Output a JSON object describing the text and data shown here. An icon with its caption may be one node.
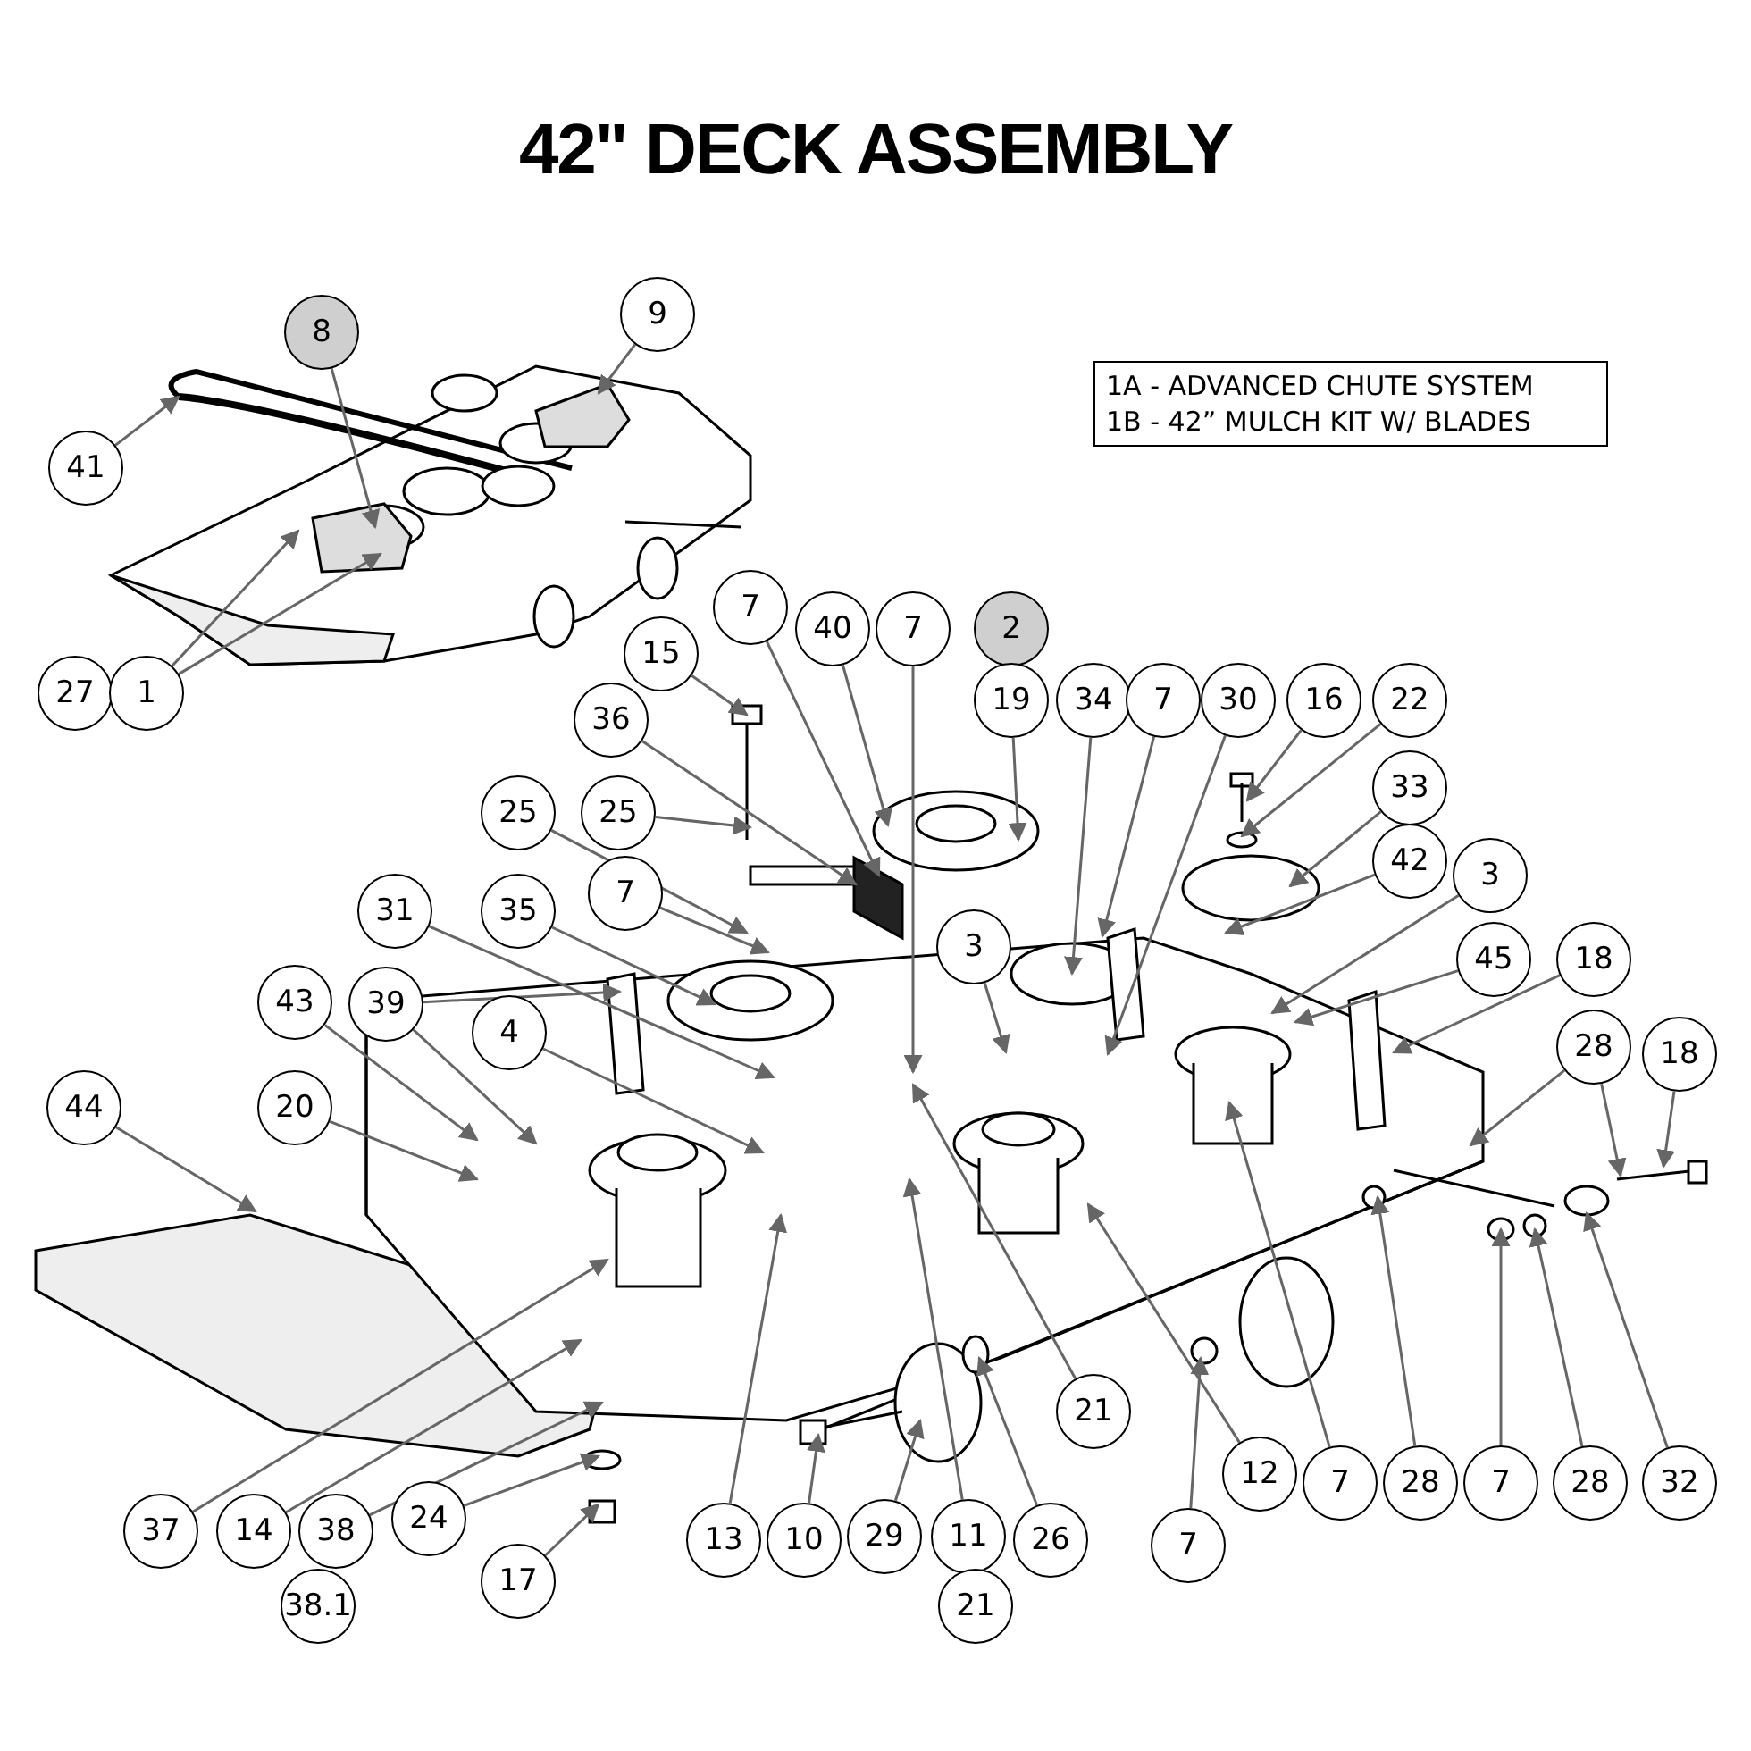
{
  "diagram": {
    "title": "42\" DECK ASSEMBLY",
    "nodes": [
      {
        "text": [
          "1A - ADVANCED CHUTE SYSTEM",
          "1B - 42” MULCH KIT W/ BLADES"
        ]
      },
      {
        "text": [
          "8"
        ]
      },
      {
        "text": [
          "9"
        ]
      },
      {
        "text": [
          "41"
        ]
      },
      {
        "text": [
          "27"
        ]
      },
      {
        "text": [
          "1"
        ]
      },
      {
        "text": [
          "7"
        ]
      },
      {
        "text": [
          "40"
        ]
      },
      {
        "text": [
          "7"
        ]
      },
      {
        "text": [
          "2"
        ]
      },
      {
        "text": [
          "15"
        ]
      },
      {
        "text": [
          "19"
        ]
      },
      {
        "text": [
          "34"
        ]
      },
      {
        "text": [
          "7"
        ]
      },
      {
        "text": [
          "30"
        ]
      },
      {
        "text": [
          "16"
        ]
      },
      {
        "text": [
          "22"
        ]
      },
      {
        "text": [
          "36"
        ]
      },
      {
        "text": [
          "33"
        ]
      },
      {
        "text": [
          "25"
        ]
      },
      {
        "text": [
          "25"
        ]
      },
      {
        "text": [
          "42"
        ]
      },
      {
        "text": [
          "3"
        ]
      },
      {
        "text": [
          "31"
        ]
      },
      {
        "text": [
          "35"
        ]
      },
      {
        "text": [
          "7"
        ]
      },
      {
        "text": [
          "3"
        ]
      },
      {
        "text": [
          "45"
        ]
      },
      {
        "text": [
          "18"
        ]
      },
      {
        "text": [
          "43"
        ]
      },
      {
        "text": [
          "39"
        ]
      },
      {
        "text": [
          "4"
        ]
      },
      {
        "text": [
          "28"
        ]
      },
      {
        "text": [
          "18"
        ]
      },
      {
        "text": [
          "44"
        ]
      },
      {
        "text": [
          "20"
        ]
      },
      {
        "text": [
          "21"
        ]
      },
      {
        "text": [
          "12"
        ]
      },
      {
        "text": [
          "7"
        ]
      },
      {
        "text": [
          "28"
        ]
      },
      {
        "text": [
          "7"
        ]
      },
      {
        "text": [
          "28"
        ]
      },
      {
        "text": [
          "32"
        ]
      },
      {
        "text": [
          "37"
        ]
      },
      {
        "text": [
          "14"
        ]
      },
      {
        "text": [
          "38"
        ]
      },
      {
        "text": [
          "24"
        ]
      },
      {
        "text": [
          "17"
        ]
      },
      {
        "text": [
          "13"
        ]
      },
      {
        "text": [
          "10"
        ]
      },
      {
        "text": [
          "29"
        ]
      },
      {
        "text": [
          "11"
        ]
      },
      {
        "text": [
          "26"
        ]
      },
      {
        "text": [
          "7"
        ]
      },
      {
        "text": [
          "38.1"
        ]
      },
      {
        "text": [
          "21"
        ]
      }
    ],
    "edges": [
      {
        "from": 1,
        "to": null,
        "arrow": "to"
      },
      {
        "from": 2,
        "to": null,
        "arrow": "to"
      },
      {
        "from": 3,
        "to": null,
        "arrow": "to"
      },
      {
        "from": 5,
        "to": null,
        "arrow": "to"
      },
      {
        "from": 5,
        "to": null,
        "arrow": "to"
      },
      {
        "from": 6,
        "to": null,
        "arrow": "to"
      },
      {
        "from": 7,
        "to": null,
        "arrow": "to"
      },
      {
        "from": 8,
        "to": null,
        "arrow": "to"
      },
      {
        "from": 10,
        "to": null,
        "arrow": "to"
      },
      {
        "from": 11,
        "to": null,
        "arrow": "to"
      },
      {
        "from": 12,
        "to": null,
        "arrow": "to"
      },
      {
        "from": 13,
        "to": null,
        "arrow": "to"
      },
      {
        "from": 14,
        "to": null,
        "arrow": "to"
      },
      {
        "from": 15,
        "to": null,
        "arrow": "to"
      },
      {
        "from": 16,
        "to": null,
        "arrow": "to"
      },
      {
        "from": 17,
        "to": null,
        "arrow": "to"
      },
      {
        "from": 18,
        "to": null,
        "arrow": "to"
      },
      {
        "from": 19,
        "to": null,
        "arrow": "to"
      },
      {
        "from": 20,
        "to": null,
        "arrow": "to"
      },
      {
        "from": 21,
        "to": null,
        "arrow": "to"
      },
      {
        "from": 22,
        "to": null,
        "arrow": "to"
      },
      {
        "from": 23,
        "to": null,
        "arrow": "to"
      },
      {
        "from": 24,
        "to": null,
        "arrow": "to"
      },
      {
        "from": 25,
        "to": null,
        "arrow": "to"
      },
      {
        "from": 26,
        "to": null,
        "arrow": "to"
      },
      {
        "from": 27,
        "to": null,
        "arrow": "to"
      },
      {
        "from": 28,
        "to": null,
        "arrow": "to"
      },
      {
        "from": 29,
        "to": null,
        "arrow": "to"
      },
      {
        "from": 30,
        "to": null,
        "arrow": "to"
      },
      {
        "from": 30,
        "to": null,
        "arrow": "to"
      },
      {
        "from": 31,
        "to": null,
        "arrow": "to"
      },
      {
        "from": 32,
        "to": null,
        "arrow": "to"
      },
      {
        "from": 32,
        "to": null,
        "arrow": "to"
      },
      {
        "from": 33,
        "to": null,
        "arrow": "to"
      },
      {
        "from": 34,
        "to": null,
        "arrow": "to"
      },
      {
        "from": 35,
        "to": null,
        "arrow": "to"
      },
      {
        "from": 36,
        "to": null,
        "arrow": "to"
      },
      {
        "from": 37,
        "to": null,
        "arrow": "to"
      },
      {
        "from": 38,
        "to": null,
        "arrow": "to"
      },
      {
        "from": 39,
        "to": null,
        "arrow": "to"
      },
      {
        "from": 40,
        "to": null,
        "arrow": "to"
      },
      {
        "from": 41,
        "to": null,
        "arrow": "to"
      },
      {
        "from": 42,
        "to": null,
        "arrow": "to"
      },
      {
        "from": 43,
        "to": null,
        "arrow": "to"
      },
      {
        "from": 44,
        "to": null,
        "arrow": "to"
      },
      {
        "from": 45,
        "to": null,
        "arrow": "to"
      },
      {
        "from": 46,
        "to": null,
        "arrow": "to"
      },
      {
        "from": 47,
        "to": null,
        "arrow": "to"
      },
      {
        "from": 48,
        "to": null,
        "arrow": "to"
      },
      {
        "from": 49,
        "to": null,
        "arrow": "to"
      },
      {
        "from": 50,
        "to": null,
        "arrow": "to"
      },
      {
        "from": 51,
        "to": null,
        "arrow": "to"
      },
      {
        "from": 52,
        "to": null,
        "arrow": "to"
      },
      {
        "from": 53,
        "to": null,
        "arrow": "to"
      }
    ]
  }
}
